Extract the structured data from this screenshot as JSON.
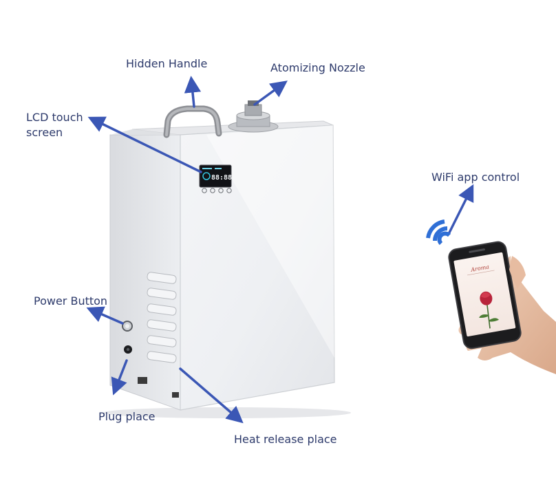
{
  "labels": {
    "hidden_handle": "Hidden Handle",
    "atomizing_nozzle": "Atomizing Nozzle",
    "lcd_touch_screen": "LCD touch\nscreen",
    "wifi_app_control": "WiFi app control",
    "power_button": "Power Button",
    "plug_place": "Plug place",
    "heat_release_place": "Heat release place"
  },
  "lcd": {
    "display": "88:88"
  },
  "phone": {
    "app_title": "Aroma"
  },
  "colors": {
    "arrow": "#3b57b5",
    "label_text": "#2d3a6b",
    "wifi": "#2f6fd6",
    "device_body": "#e9eaec",
    "device_front": "#f5f6f8"
  }
}
